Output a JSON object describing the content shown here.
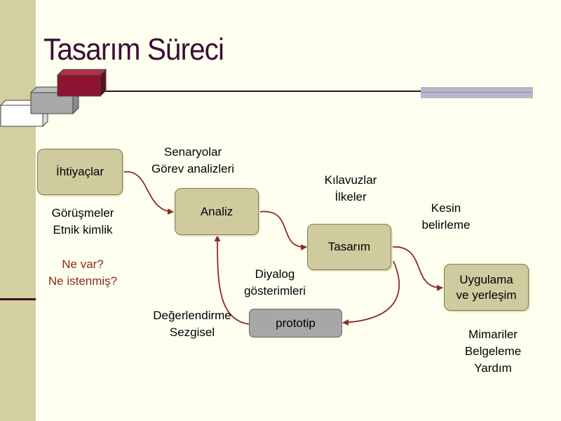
{
  "slide": {
    "title": "Tasarım Süreci"
  },
  "nodes": {
    "ihtiyaclar": "İhtiyaçlar",
    "analiz": "Analiz",
    "tasarim": "Tasarım",
    "uygulama": [
      "Uygulama",
      "ve yerleşim"
    ],
    "prototip": "prototip"
  },
  "annotations": {
    "senaryolar": [
      "Senaryolar",
      "Görev analizleri"
    ],
    "gorusmeler": [
      "Görüşmeler",
      "Etnik kimlik"
    ],
    "ne_var": [
      "Ne var?",
      "Ne istenmiş?"
    ],
    "kilavuzlar": [
      "Kılavuzlar",
      "İlkeler"
    ],
    "kesin": [
      "Kesin",
      "belirleme"
    ],
    "diyalog": [
      "Diyalog",
      "gösterimleri"
    ],
    "degerlendirme": [
      "Değerlendirme",
      "Sezgisel"
    ],
    "mimariler": [
      "Mimariler",
      "Belgeleme",
      "Yardım"
    ]
  },
  "colors": {
    "title": "#3b0f36",
    "node_fill": "#cfcb9f",
    "prototip_fill": "#a7a7a7",
    "arrow": "#8b2d22",
    "question_text": "#8b2818",
    "sidebar": "#d4cfa0"
  },
  "icons": {
    "decor": "stacked-3d-blocks"
  }
}
